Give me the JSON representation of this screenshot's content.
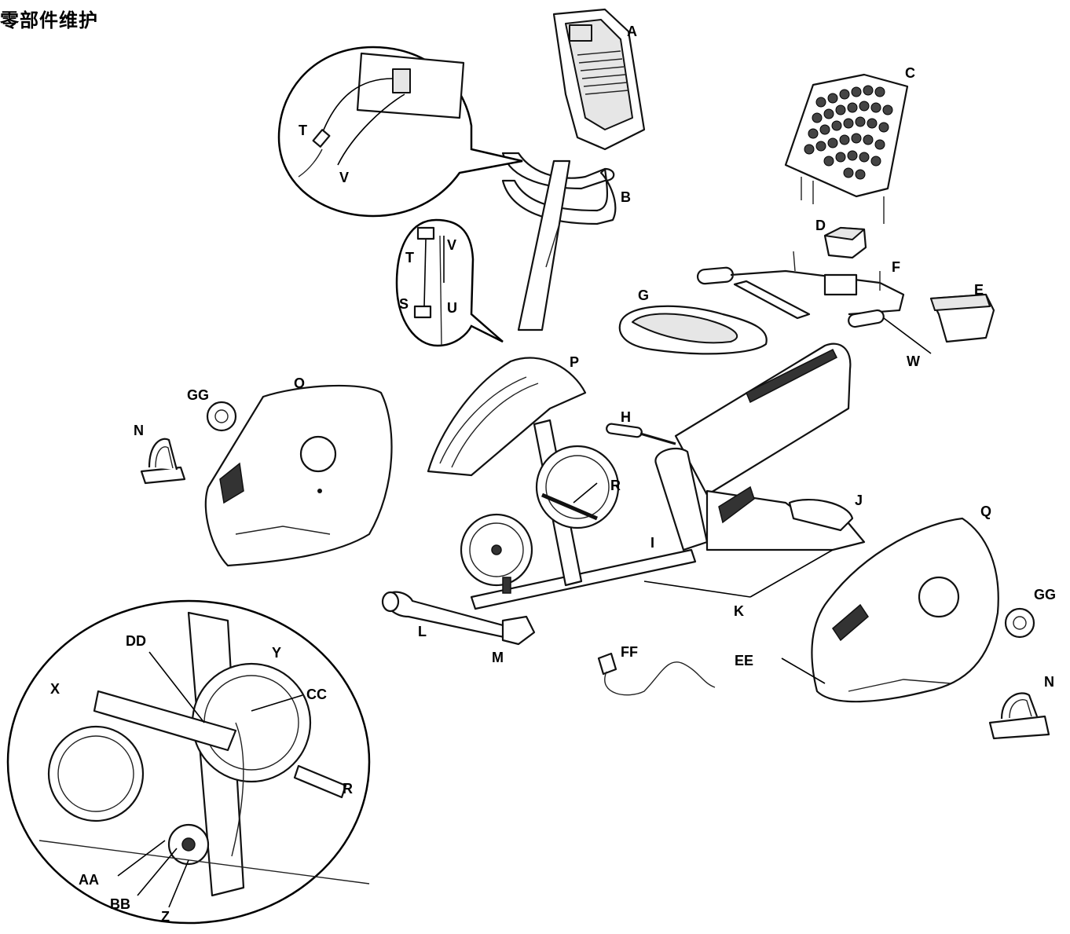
{
  "title": "零部件维护",
  "labels": {
    "A": "A",
    "B": "B",
    "C": "C",
    "D": "D",
    "E": "E",
    "F": "F",
    "G": "G",
    "H": "H",
    "I": "I",
    "J": "J",
    "K": "K",
    "L": "L",
    "M": "M",
    "N": "N",
    "O": "O",
    "P": "P",
    "Q": "Q",
    "R": "R",
    "S": "S",
    "T": "T",
    "U": "U",
    "V": "V",
    "W": "W",
    "X": "X",
    "Y": "Y",
    "Z": "Z",
    "AA": "AA",
    "BB": "BB",
    "CC": "CC",
    "DD": "DD",
    "EE": "EE",
    "FF": "FF",
    "GG": "GG"
  }
}
